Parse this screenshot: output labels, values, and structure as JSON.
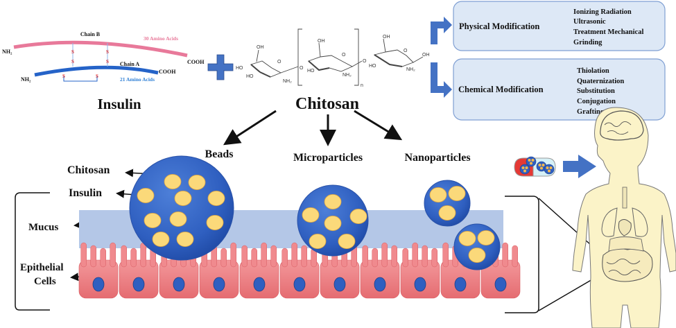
{
  "insulin": {
    "title": "Insulin",
    "chain_b_label": "Chain B",
    "chain_b_count": "30 Amino Acids",
    "chain_a_label": "Chain A",
    "chain_a_count": "21 Amino Acids",
    "nh2": "NH₂",
    "cooh": "COOH",
    "disulfide": "S",
    "colors": {
      "chain_b": "#e8799a",
      "chain_a": "#2563c8",
      "disulfide": "#e03030"
    }
  },
  "plus_symbol": "+",
  "chitosan": {
    "title": "Chitosan",
    "oh": "OH",
    "ho": "HO",
    "nh2": "NH₂",
    "o": "O",
    "repeat_subscript": "n"
  },
  "modifications": [
    {
      "title": "Physical Modification",
      "items": [
        "Ionizing Radiation",
        "Ultrasonic",
        "Treatment Mechanical",
        "Grinding"
      ]
    },
    {
      "title": "Chemical Modification",
      "items": [
        "Thiolation",
        "Quaternization",
        "Substitution",
        "Conjugation",
        "Grafting"
      ]
    }
  ],
  "forms": {
    "beads": "Beads",
    "microparticles": "Microparticles",
    "nanoparticles": "Nanoparticles"
  },
  "labels": {
    "chitosan": "Chitosan",
    "insulin": "Insulin",
    "mucus": "Mucus",
    "epithelial_1": "Epithelial",
    "epithelial_2": "Cells"
  },
  "colors": {
    "accent_blue": "#4472c4",
    "particle_blue": "#2f5fc0",
    "insulin_yellow": "#fbd97a",
    "mucus": "#b4c7e7",
    "cell_pink": "#ee7c80",
    "nucleus": "#2f5fc0",
    "box_fill": "#dde8f6",
    "box_border": "#7f9fd3",
    "body_fill": "#fbf3c8"
  }
}
